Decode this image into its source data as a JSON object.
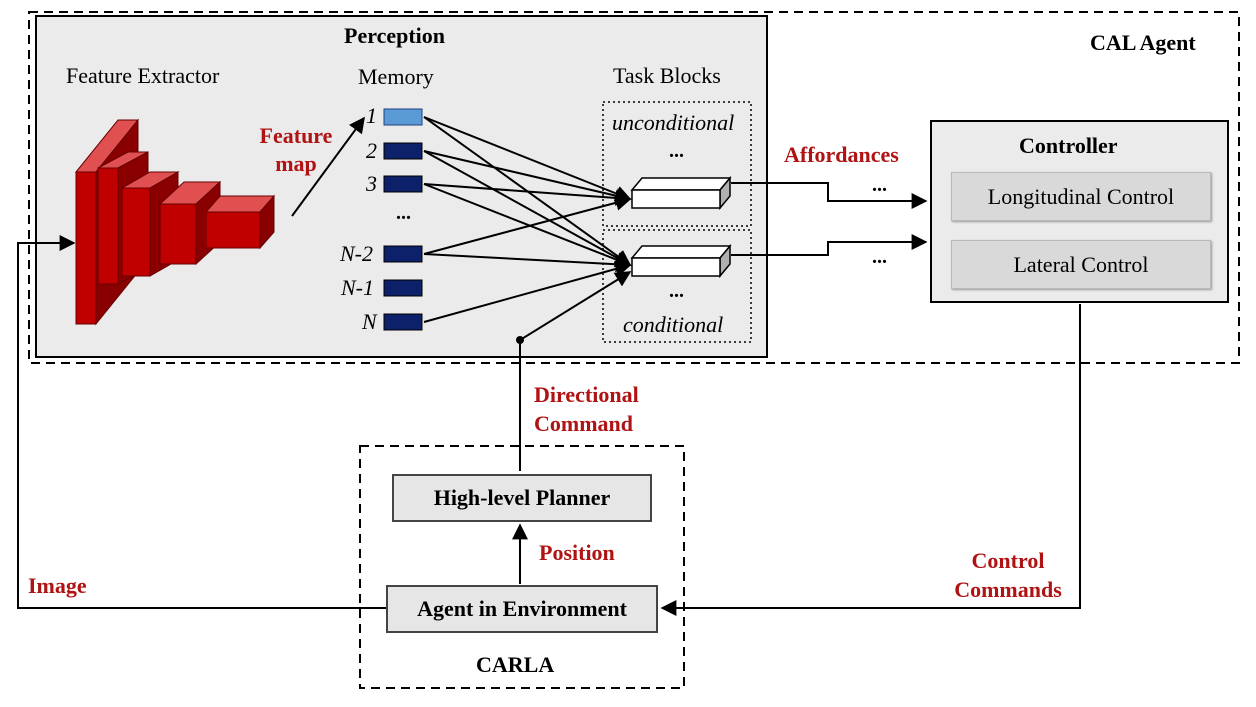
{
  "agent": {
    "title": "CAL Agent"
  },
  "perception": {
    "title": "Perception",
    "feature_extractor_label": "Feature Extractor",
    "memory_label": "Memory",
    "task_blocks_label": "Task Blocks",
    "feature_map_label": [
      "Feature",
      "map"
    ],
    "memory_slots": [
      "1",
      "2",
      "3",
      "...",
      "N-2",
      "N-1",
      "N"
    ],
    "unconditional_label": "unconditional",
    "conditional_label": "conditional",
    "ellipsis": "..."
  },
  "controller": {
    "title": "Controller",
    "longitudinal_label": "Longitudinal Control",
    "lateral_label": "Lateral Control"
  },
  "signals": {
    "affordances": "Affordances",
    "ellipsis": "...",
    "directional_command": [
      "Directional",
      "Command"
    ],
    "position": "Position",
    "image": "Image",
    "control_commands": [
      "Control",
      "Commands"
    ]
  },
  "carla": {
    "title": "CARLA",
    "planner_label": "High-level Planner",
    "agent_env_label": "Agent in Environment"
  },
  "colors": {
    "accent": "#b01313",
    "cnn_red": "#c00000",
    "memory_dark": "#0c2169",
    "memory_light": "#5b9bd5",
    "panel_gray": "#ebebeb",
    "control_gray": "#d9d9d9"
  }
}
